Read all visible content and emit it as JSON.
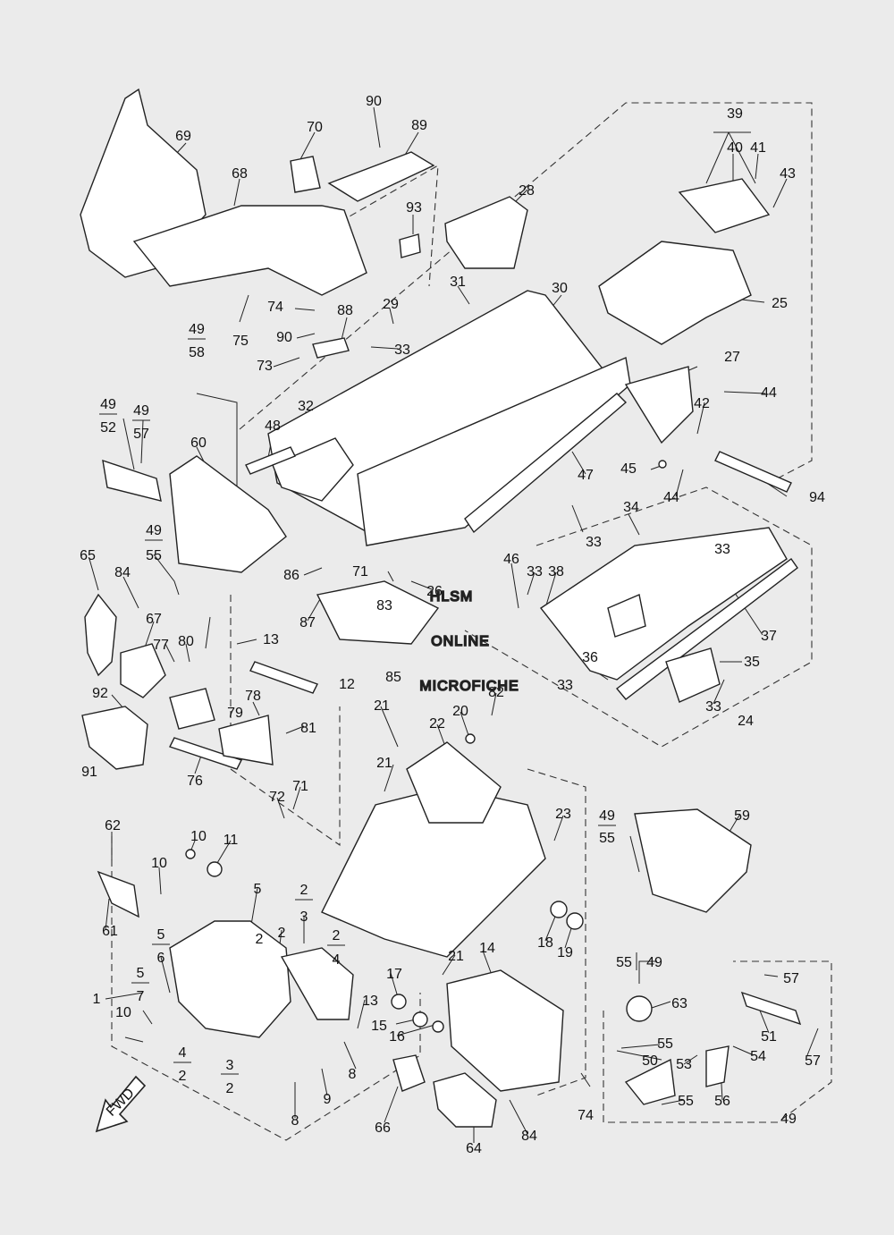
{
  "watermark": {
    "line1": "HLSM",
    "line2": "ONLINE",
    "line3": "MICROFICHE"
  },
  "fwd_label": "FWD",
  "callouts": [
    {
      "id": "c1",
      "text": "1"
    },
    {
      "id": "c2a",
      "text": "2"
    },
    {
      "id": "c2b",
      "text": "2"
    },
    {
      "id": "c2c",
      "text": "2"
    },
    {
      "id": "c2d",
      "text": "2"
    },
    {
      "id": "c2e",
      "text": "2"
    },
    {
      "id": "c2f",
      "text": "2"
    },
    {
      "id": "c3a",
      "text": "3"
    },
    {
      "id": "c3b",
      "text": "3"
    },
    {
      "id": "c4a",
      "text": "4"
    },
    {
      "id": "c4b",
      "text": "4"
    },
    {
      "id": "c5a",
      "text": "5"
    },
    {
      "id": "c5b",
      "text": "5"
    },
    {
      "id": "c5c",
      "text": "5"
    },
    {
      "id": "c6",
      "text": "6"
    },
    {
      "id": "c7",
      "text": "7"
    },
    {
      "id": "c8a",
      "text": "8"
    },
    {
      "id": "c8b",
      "text": "8"
    },
    {
      "id": "c9",
      "text": "9"
    },
    {
      "id": "c10a",
      "text": "10"
    },
    {
      "id": "c10b",
      "text": "10"
    },
    {
      "id": "c10c",
      "text": "10"
    },
    {
      "id": "c11",
      "text": "11"
    },
    {
      "id": "c12",
      "text": "12"
    },
    {
      "id": "c13a",
      "text": "13"
    },
    {
      "id": "c13b",
      "text": "13"
    },
    {
      "id": "c14",
      "text": "14"
    },
    {
      "id": "c15",
      "text": "15"
    },
    {
      "id": "c16",
      "text": "16"
    },
    {
      "id": "c17",
      "text": "17"
    },
    {
      "id": "c18",
      "text": "18"
    },
    {
      "id": "c19",
      "text": "19"
    },
    {
      "id": "c20",
      "text": "20"
    },
    {
      "id": "c21a",
      "text": "21"
    },
    {
      "id": "c21b",
      "text": "21"
    },
    {
      "id": "c21c",
      "text": "21"
    },
    {
      "id": "c22",
      "text": "22"
    },
    {
      "id": "c23",
      "text": "23"
    },
    {
      "id": "c24",
      "text": "24"
    },
    {
      "id": "c25",
      "text": "25"
    },
    {
      "id": "c26",
      "text": "26"
    },
    {
      "id": "c27",
      "text": "27"
    },
    {
      "id": "c28",
      "text": "28"
    },
    {
      "id": "c29",
      "text": "29"
    },
    {
      "id": "c30",
      "text": "30"
    },
    {
      "id": "c31",
      "text": "31"
    },
    {
      "id": "c32",
      "text": "32"
    },
    {
      "id": "c33a",
      "text": "33"
    },
    {
      "id": "c33b",
      "text": "33"
    },
    {
      "id": "c33c",
      "text": "33"
    },
    {
      "id": "c33d",
      "text": "33"
    },
    {
      "id": "c33e",
      "text": "33"
    },
    {
      "id": "c33f",
      "text": "33"
    },
    {
      "id": "c34",
      "text": "34"
    },
    {
      "id": "c35",
      "text": "35"
    },
    {
      "id": "c36",
      "text": "36"
    },
    {
      "id": "c37",
      "text": "37"
    },
    {
      "id": "c38a",
      "text": "38"
    },
    {
      "id": "c38b",
      "text": "38"
    },
    {
      "id": "c39",
      "text": "39"
    },
    {
      "id": "c40",
      "text": "40"
    },
    {
      "id": "c41",
      "text": "41"
    },
    {
      "id": "c42",
      "text": "42"
    },
    {
      "id": "c43",
      "text": "43"
    },
    {
      "id": "c44a",
      "text": "44"
    },
    {
      "id": "c44b",
      "text": "44"
    },
    {
      "id": "c45",
      "text": "45"
    },
    {
      "id": "c46",
      "text": "46"
    },
    {
      "id": "c47",
      "text": "47"
    },
    {
      "id": "c48",
      "text": "48"
    },
    {
      "id": "c49a",
      "text": "49"
    },
    {
      "id": "c49b",
      "text": "49"
    },
    {
      "id": "c49c",
      "text": "49"
    },
    {
      "id": "c49d",
      "text": "49"
    },
    {
      "id": "c49e",
      "text": "49"
    },
    {
      "id": "c49f",
      "text": "49"
    },
    {
      "id": "c49g",
      "text": "49"
    },
    {
      "id": "c50",
      "text": "50"
    },
    {
      "id": "c51",
      "text": "51"
    },
    {
      "id": "c52",
      "text": "52"
    },
    {
      "id": "c53",
      "text": "53"
    },
    {
      "id": "c54",
      "text": "54"
    },
    {
      "id": "c55a",
      "text": "55"
    },
    {
      "id": "c55b",
      "text": "55"
    },
    {
      "id": "c55c",
      "text": "55"
    },
    {
      "id": "c55d",
      "text": "55"
    },
    {
      "id": "c55e",
      "text": "55"
    },
    {
      "id": "c56",
      "text": "56"
    },
    {
      "id": "c57a",
      "text": "57"
    },
    {
      "id": "c57b",
      "text": "57"
    },
    {
      "id": "c57c",
      "text": "57"
    },
    {
      "id": "c58",
      "text": "58"
    },
    {
      "id": "c59",
      "text": "59"
    },
    {
      "id": "c60",
      "text": "60"
    },
    {
      "id": "c61",
      "text": "61"
    },
    {
      "id": "c62",
      "text": "62"
    },
    {
      "id": "c63",
      "text": "63"
    },
    {
      "id": "c64",
      "text": "64"
    },
    {
      "id": "c65",
      "text": "65"
    },
    {
      "id": "c66",
      "text": "66"
    },
    {
      "id": "c67",
      "text": "67"
    },
    {
      "id": "c68",
      "text": "68"
    },
    {
      "id": "c69",
      "text": "69"
    },
    {
      "id": "c70",
      "text": "70"
    },
    {
      "id": "c71a",
      "text": "71"
    },
    {
      "id": "c71b",
      "text": "71"
    },
    {
      "id": "c72",
      "text": "72"
    },
    {
      "id": "c73",
      "text": "73"
    },
    {
      "id": "c74a",
      "text": "74"
    },
    {
      "id": "c74b",
      "text": "74"
    },
    {
      "id": "c75",
      "text": "75"
    },
    {
      "id": "c76",
      "text": "76"
    },
    {
      "id": "c77",
      "text": "77"
    },
    {
      "id": "c78",
      "text": "78"
    },
    {
      "id": "c79",
      "text": "79"
    },
    {
      "id": "c80",
      "text": "80"
    },
    {
      "id": "c81",
      "text": "81"
    },
    {
      "id": "c82",
      "text": "82"
    },
    {
      "id": "c83",
      "text": "83"
    },
    {
      "id": "c84a",
      "text": "84"
    },
    {
      "id": "c84b",
      "text": "84"
    },
    {
      "id": "c85",
      "text": "85"
    },
    {
      "id": "c86",
      "text": "86"
    },
    {
      "id": "c87",
      "text": "87"
    },
    {
      "id": "c88",
      "text": "88"
    },
    {
      "id": "c89",
      "text": "89"
    },
    {
      "id": "c90a",
      "text": "90"
    },
    {
      "id": "c90b",
      "text": "90"
    },
    {
      "id": "c91",
      "text": "91"
    },
    {
      "id": "c92",
      "text": "92"
    },
    {
      "id": "c93",
      "text": "93"
    },
    {
      "id": "c94",
      "text": "94"
    }
  ]
}
